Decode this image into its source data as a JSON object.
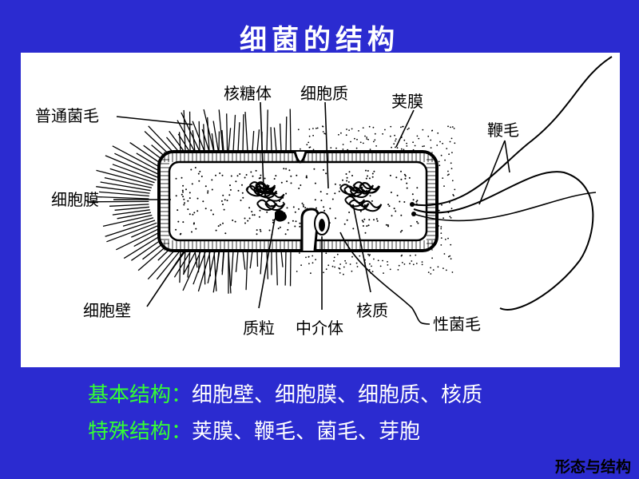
{
  "slide": {
    "title": "细菌的结构",
    "footer": "形态与结构"
  },
  "diagram": {
    "labels": {
      "common_pili": "普通菌毛",
      "ribosome": "核糖体",
      "cytoplasm": "细胞质",
      "capsule": "荚膜",
      "flagella": "鞭毛",
      "cell_membrane": "细胞膜",
      "cell_wall": "细胞壁",
      "plasmid": "质粒",
      "mesosome": "中介体",
      "nucleoid": "核质",
      "sex_pilus": "性菌毛"
    }
  },
  "summary": {
    "basic_key": "基本结构：",
    "basic_items": "细胞壁、细胞膜、细胞质、核质",
    "special_key": "特殊结构：",
    "special_items": "荚膜、鞭毛、菌毛、芽胞"
  },
  "colors": {
    "background": "#2b2bd0",
    "highlight": "#33ff33",
    "text": "#ffffff"
  }
}
